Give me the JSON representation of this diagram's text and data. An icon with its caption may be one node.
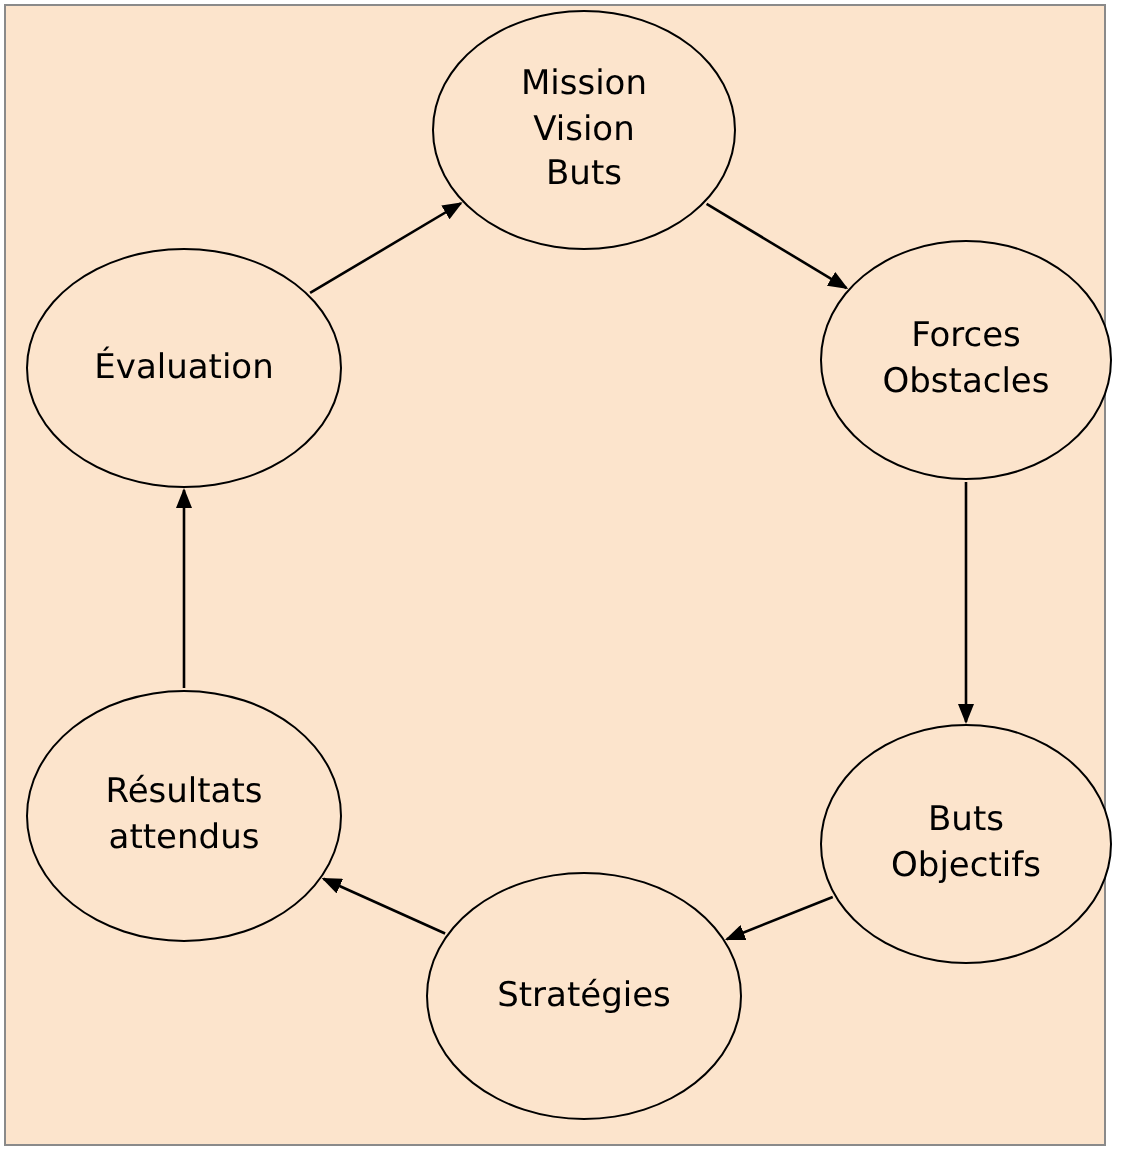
{
  "diagram": {
    "nodes": [
      {
        "text": [
          "Mission Vision Buts"
        ]
      },
      {
        "text": [
          "Forces Obstacles"
        ]
      },
      {
        "text": [
          "Buts Objectifs"
        ]
      },
      {
        "text": [
          "Stratégies"
        ]
      },
      {
        "text": [
          "Résultats attendus"
        ]
      },
      {
        "text": [
          "Évaluation"
        ]
      }
    ],
    "edges": [
      {
        "from": 0,
        "to": 1,
        "arrow": "to"
      },
      {
        "from": 1,
        "to": 2,
        "arrow": "to"
      },
      {
        "from": 2,
        "to": 3,
        "arrow": "to"
      },
      {
        "from": 3,
        "to": 4,
        "arrow": "to"
      },
      {
        "from": 4,
        "to": 5,
        "arrow": "to"
      },
      {
        "from": 5,
        "to": 0,
        "arrow": "to"
      }
    ]
  }
}
